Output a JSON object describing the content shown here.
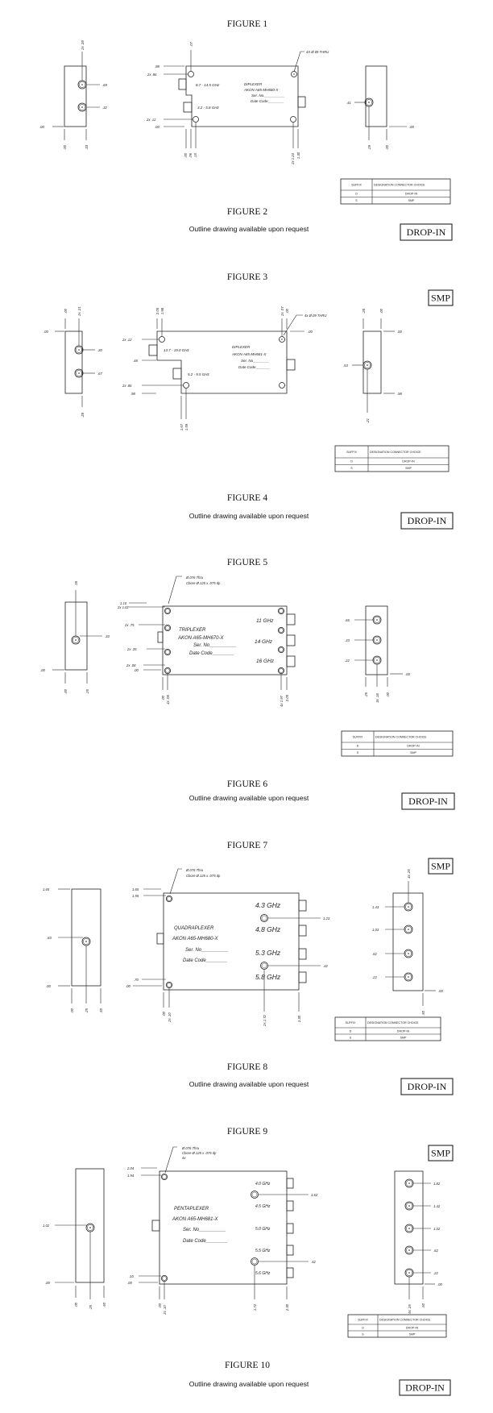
{
  "drawings": [
    {
      "figure": "FIGURE 1",
      "title_text": {
        "type": "DIPLEXER",
        "model": "AKON A65-MH660-X",
        "serial": "Ser. No.__________",
        "date_code": "Date Code________"
      },
      "bands": [
        "8.7 - 14.5 GHz",
        "3.2 - 5.8 GHz"
      ],
      "hole_note": [
        "4X Ø.09 THRU"
      ],
      "left_dims": [
        ".69",
        ".32",
        "2x .28",
        ".00",
        ".00",
        ".33"
      ],
      "main_dims": [
        ".98",
        "2x .86",
        "2x .12",
        ".00",
        ".07",
        ".00",
        ".06",
        ".15",
        "2x 1.24",
        "1.30"
      ],
      "right_dims": [
        ".41",
        ".29",
        ".00",
        ".00"
      ]
    },
    {
      "figure": "FIGURE 3",
      "badge": "SMP",
      "title_text": {
        "type": "DIPLEXER",
        "model": "AKON A65-MH661-X",
        "serial": "Ser. No________",
        "date_code": "Date Code_______"
      },
      "bands": [
        "13.7 - 19.0 GHz",
        "5.2 - 9.5 GHz"
      ],
      "hole_note": [
        "4x Ø.09 THRU"
      ],
      "left_dims": [
        ".30",
        ".67",
        ".00",
        "2x .21",
        ".00",
        ".28"
      ],
      "main_dims": [
        "2x .12",
        ".48",
        "2x .86",
        ".98",
        "2.05",
        "1.98",
        "2x .07",
        ".00",
        ".00",
        "1.67",
        "1.59"
      ],
      "right_dims": [
        ".53",
        ".28",
        ".00",
        ".00",
        ".98",
        ".21"
      ]
    },
    {
      "figure": "FIGURE 5",
      "title_text": {
        "type": "TRIPLEXER",
        "model": "AKON A65-MH670-X",
        "serial": "Ser. No__________",
        "date_code": "Date Code________"
      },
      "bands": [
        "11 GHz",
        "14 GHz",
        "16 GHz"
      ],
      "hole_note": [
        "Ø.076 Thru",
        "Cbore Ø.125 x .075 dp"
      ],
      "left_dims": [
        ".18",
        ".33",
        ".00",
        ".00",
        ".25"
      ],
      "main_dims": [
        "1.10",
        "2x 1.02",
        "2x .75",
        "2x .35",
        "2x .08",
        ".00",
        ".00",
        "4x .08",
        "4x 1.97",
        "2.05"
      ],
      "right_dims": [
        ".66",
        ".33",
        ".22",
        ".00",
        ".25",
        "3x .18",
        ".00"
      ]
    },
    {
      "figure": "FIGURE 7",
      "badge": "SMP",
      "title_text": {
        "type": "QUADRAPLEXER",
        "model": "AKON A65-MH680-X",
        "serial": "Ser. No__________",
        "date_code": "Date Code________"
      },
      "bands": [
        "4.3 GHz",
        "4.8 GHz",
        "5.3 GHz",
        "5.8 GHz"
      ],
      "hole_note": [
        "Ø.076 Thru",
        "Cbore Ø.125 x .075 dp"
      ],
      "left_dims": [
        ".83",
        "1.65",
        ".00",
        ".00",
        ".25",
        ".50"
      ],
      "main_dims": [
        "1.65",
        "1.55",
        ".70",
        ".00",
        "1.23",
        ".42",
        ".00",
        "2x .10",
        "2x 1.72",
        "2.30"
      ],
      "right_dims": [
        "1.43",
        "1.03",
        ".62",
        ".22",
        "4x .25",
        ".00",
        ".50"
      ]
    },
    {
      "figure": "FIGURE 9",
      "badge": "SMP",
      "title_text": {
        "type": "PENTAPLEXER",
        "model": "AKON A65-MH681-X",
        "serial": "Ser. No__________",
        "date_code": "Date Code________"
      },
      "bands": [
        "4.0 GHz",
        "4.5 GHz",
        "5.0 GHz",
        "5.5 GHz",
        "5.6 GHz"
      ],
      "hole_note": [
        "Ø.076 Thru",
        "Cbore Ø.125 x .075 dp",
        "4x"
      ],
      "left_dims": [
        "1.02",
        ".00",
        ".00",
        ".25",
        ".50"
      ],
      "main_dims": [
        "2.04",
        "1.94",
        ".10",
        ".00",
        "1.62",
        ".42",
        ".00",
        "2x .10",
        "1.72",
        "2.30"
      ],
      "right_dims": [
        "1.82",
        "1.42",
        "1.02",
        ".62",
        ".22",
        ".00",
        "5x .25",
        ".50"
      ]
    }
  ],
  "outlines": [
    {
      "figure": "FIGURE 2",
      "note": "Outline drawing available upon request",
      "badge": "DROP-IN"
    },
    {
      "figure": "FIGURE 4",
      "note": "Outline drawing available upon request",
      "badge": "DROP-IN"
    },
    {
      "figure": "FIGURE 6",
      "note": "Outline drawing available upon request",
      "badge": "DROP-IN"
    },
    {
      "figure": "FIGURE 8",
      "note": "Outline drawing available upon request",
      "badge": "DROP-IN"
    },
    {
      "figure": "FIGURE 10",
      "note": "Outline drawing available upon request",
      "badge": "DROP-IN"
    }
  ],
  "connector_table": {
    "headers": [
      "SUFFIX",
      "DESIGNATION CONNECTOR CHOICE"
    ],
    "rows": [
      [
        "D",
        "DROP-IN"
      ],
      [
        "S",
        "SMP"
      ]
    ]
  }
}
